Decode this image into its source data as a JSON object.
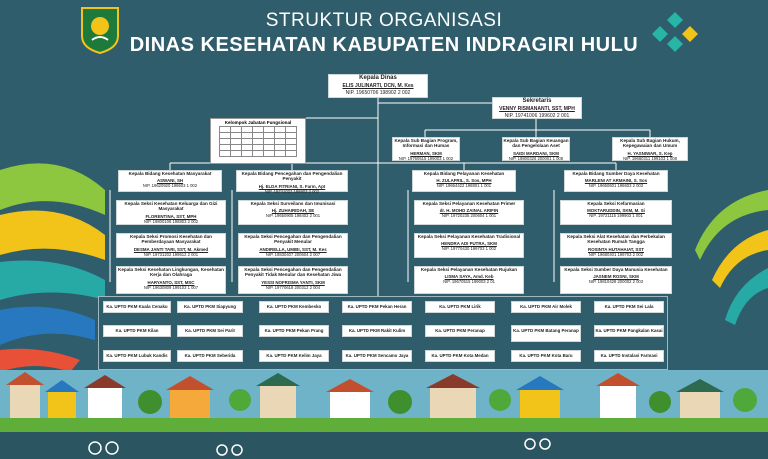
{
  "header": {
    "title_line1": "STRUKTUR ORGANISASI",
    "title_line2": "DINAS KESEHATAN KABUPATEN INDRAGIRI HULU"
  },
  "logos": {
    "left": "regency-emblem-icon",
    "right": "kemenkes-logo-icon"
  },
  "colors": {
    "background": "#2f5d6b",
    "line": "#ffffff",
    "box": "#ffffff"
  },
  "kepala_dinas": {
    "position": "Kepala Dinas",
    "name": "ELIS JULINARTI, DCN, M. Kes",
    "nip": "NIP. 19650706 198902 2 002"
  },
  "sekretaris": {
    "position": "Sekretaris",
    "name": "VENNY RISMANANTI, SST, MPH",
    "nip": "NIP. 19741006 199602 2 001"
  },
  "fungsional": {
    "title": "Kelompok Jabatan Fungsional"
  },
  "subbag": [
    {
      "position": "Kepala Sub Bagian Program, Informasi dan Humas",
      "name": "HERMAN, SKM",
      "nip": "NIP. 19760515 199003 1 002"
    },
    {
      "position": "Kepala Sub Bagian Keuangan dan Pengelolaan Aset",
      "name": "SAIDI MARDANI, SKM",
      "nip": "NIP. 19800326 200001 1 008"
    },
    {
      "position": "Kepala Sub Bagian Hukum, Kepegawaian dan Umum",
      "name": "H. YASNIWAR, S. Kep",
      "nip": "NIP. 19660311 199103 1 008"
    }
  ],
  "bidang": [
    {
      "head": {
        "position": "Kepala Bidang Kesehatan Masyarakat",
        "name": "ASWANI, SH",
        "nip": "NIP. 19620920 198603 1 002"
      },
      "seksi": [
        {
          "position": "Kepala Seksi Kesehatan Keluarga dan Gizi Masyarakat",
          "name": "FLORENTINA, SST, MPH",
          "nip": "NIP. 19800106 198803 2 002"
        },
        {
          "position": "Kepala Seksi Promosi Kesehatan dan Pemberdayaan Masyarakat",
          "name": "DESMA JANTI TARI, SST, M. Akmed",
          "nip": "NIP. 19731202 199512 2 001"
        },
        {
          "position": "Kepala Seksi Kesehatan Lingkungan, Kesehatan Kerja dan Olahraga",
          "name": "HARYANTO, SST, MSC",
          "nip": "NIP. 19630809 199103 1 007"
        }
      ]
    },
    {
      "head": {
        "position": "Kepala Bidang Pencegahan dan Pengendalian Penyakit",
        "name": "Hj. ELDA FITRIANI, S. Farm, Apt",
        "nip": "NIP. 19741022 199903 2 002"
      },
      "seksi": [
        {
          "position": "Kepala Seksi Surveilans dan Imunisasi",
          "name": "Hj. ZUHAIRIDAH, SE",
          "nip": "NIP. 19650905 198402 2 001"
        },
        {
          "position": "Kepala Seksi Pencegahan dan Pengendalian Penyakit Menular",
          "name": "ANDIRELLA, UMIBI, SST, M. Kes",
          "nip": "NIP. 19830407 200604 2 007"
        },
        {
          "position": "Kepala Seksi Pencegahan dan Pengendalian Penyakit Tidak Menular dan Kesehatan Jiwa",
          "name": "YESSI NOFRISMA YANTI, SKM",
          "nip": "NIP. 19770618 200312 2 004"
        }
      ]
    },
    {
      "head": {
        "position": "Kepala Bidang Pelayanan Kesehatan",
        "name": "H. ZULAFRIL, S. Sos, MPH",
        "nip": "NIP. 19664422 198801 1 001"
      },
      "seksi": [
        {
          "position": "Kepala Seksi Pelayanan Kesehatan Primer",
          "name": "dr. H. MOHD ZAINAL ARIFIN",
          "nip": "NIP. 19720235 200604 1 001"
        },
        {
          "position": "Kepala Seksi Pelayanan Kesehatan Tradisional",
          "name": "HENDRA ADI PUTRA, SKM",
          "nip": "NIP. 19770430 199703 1 002"
        },
        {
          "position": "Kepala Seksi Pelayanan Kesehatan Rujukan",
          "name": "LISMA SAYA, Amd. Keb",
          "nip": "NIP. 19670515 199003 2 01"
        }
      ]
    },
    {
      "head": {
        "position": "Kepala Bidang Sumber Daya Kesehatan",
        "name": "MARLENI AT ARMAINI, S. Sos",
        "nip": "NIP. 19650601 198603 2 003"
      },
      "seksi": [
        {
          "position": "Kepala Seksi Kefarmasian",
          "name": "MOKTARUDDIN, SKM, M. Si",
          "nip": "NIP. 19721115 199903 1 001"
        },
        {
          "position": "Kepala Seksi Alat Kesehatan dan Perbekalan Kesehatan Rumah Tangga",
          "name": "ROSINTA HUTAHAIAT, SST",
          "nip": "NIP. 19680401 199703 2 002"
        },
        {
          "position": "Kepala Seksi Sumber Daya Manusia Kesehatan",
          "name": "JASNEM ROSNI, SKM",
          "nip": "NIP. 19810428 200002 2 003"
        }
      ]
    }
  ],
  "upt": [
    [
      "Ka. UPTD PKM Kuala Cenaku",
      "Ka. UPTD PKM Kilan",
      "Ka. UPTD PKM Lubuk Kandis"
    ],
    [
      "Ka. UPTD PKM Siapyung",
      "Ka. UPTD PKM Sei Parit",
      "Ka. UPTD PKM Seberida"
    ],
    [
      "Ka. UPTD PKM Kembesko",
      "Ka. UPTD PKM Pekan Prang",
      "Ka. UPTD PKM Kelim Jaya"
    ],
    [
      "Ka. UPTD PKM Pekan Heran",
      "Ka. UPTD PKM Rakit Kulim",
      "Ka. UPTD PKM Sencamo Jaya"
    ],
    [
      "Ka. UPTD PKM Lirik",
      "Ka. UPTD PKM Peranap",
      "Ka. UPTD PKM Kota Medan"
    ],
    [
      "Ka. UPTD PKM Air Molek",
      "Ka. UPTD PKM Batang Peranap",
      "Ka. UPTD PKM Kota Baru"
    ],
    [
      "Ka. UPTD PKM Sei Lala",
      "Ka. UPTD PKM Pangkalan Kasai",
      "Ka. UPTD Instalasi Farmasi"
    ]
  ]
}
